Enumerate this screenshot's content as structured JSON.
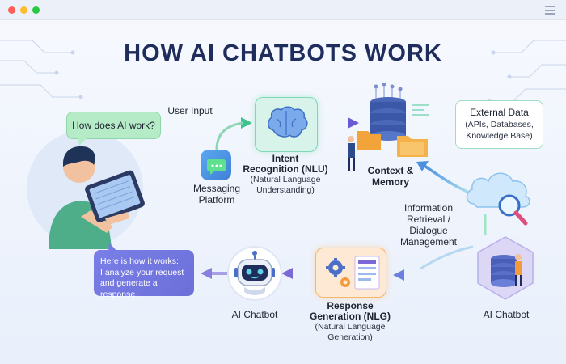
{
  "window": {
    "controls": [
      "close",
      "minimize",
      "maximize"
    ],
    "menu_icon": "hamburger-icon"
  },
  "title": "HOW AI CHATBOTS WORK",
  "user_bubble": "How does AI work?",
  "response_bubble": {
    "lines": [
      "Here is how it works:",
      "I analyze your request",
      "and generate a response."
    ]
  },
  "steps": {
    "user_input": "User Input",
    "messaging": [
      "Messaging",
      "Platform"
    ],
    "nlu": {
      "title": [
        "Intent",
        "Recognition (NLU)"
      ],
      "sub": [
        "(Natural Language",
        "Understanding)"
      ]
    },
    "context": [
      "Context &",
      "Memory"
    ],
    "external": {
      "title": "External Data",
      "sub": [
        "(APIs, Databases,",
        "Knowledge Base)"
      ]
    },
    "retrieval": [
      "Information",
      "Retrieval /",
      "Dialogue Management"
    ],
    "nlg": {
      "title": [
        "Response",
        "Generation (NLG)"
      ],
      "sub": [
        "(Natural Language",
        "Generation)"
      ]
    },
    "chatbot_left": "AI Chatbot",
    "chatbot_right": "AI Chatbot"
  },
  "colors": {
    "title": "#1f2d5c",
    "green_arrow": "#5fd3a6",
    "blue_arrow": "#4a8fe0",
    "purple_arrow": "#7b6ad6",
    "orange": "#f39a3c"
  }
}
